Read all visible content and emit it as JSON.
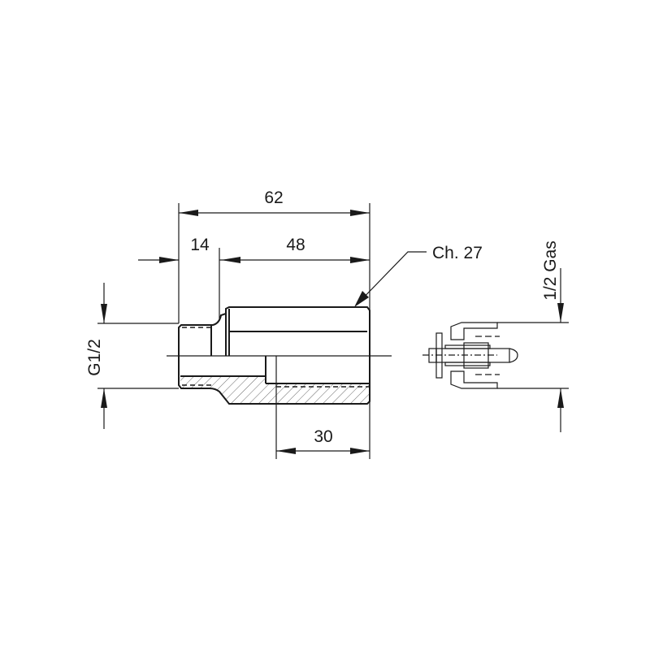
{
  "dimensions": {
    "overall_length": "62",
    "nipple_length": "14",
    "body_length": "48",
    "thread_depth": "30",
    "hex_size": "Ch. 27",
    "male_thread": "G1/2",
    "female_thread": "1/2 Gas"
  }
}
